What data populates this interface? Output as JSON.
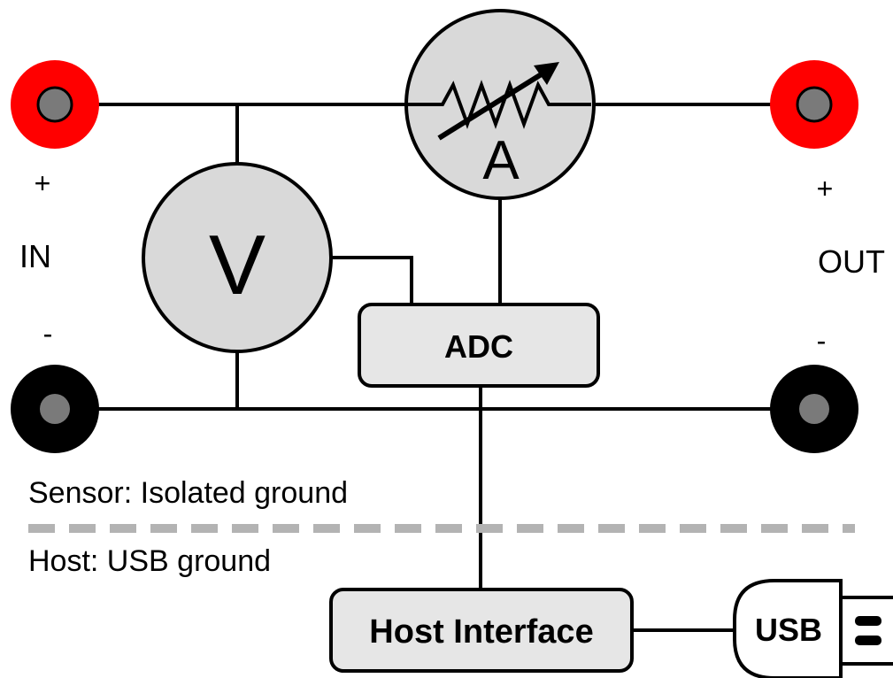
{
  "terminals": {
    "in_plus_sign": "+",
    "in_label": "IN",
    "in_minus_sign": "-",
    "out_plus_sign": "+",
    "out_label": "OUT",
    "out_minus_sign": "-"
  },
  "meters": {
    "voltmeter_label": "V",
    "ammeter_label": "A"
  },
  "blocks": {
    "adc_label": "ADC",
    "host_interface_label": "Host Interface",
    "usb_label": "USB"
  },
  "regions": {
    "sensor_label": "Sensor: Isolated ground",
    "host_label": "Host: USB ground"
  },
  "colors": {
    "positive_terminal": "#ff0000",
    "negative_terminal": "#000000",
    "terminal_core": "#7a7a7a",
    "meter_fill": "#d9d9d9",
    "block_fill": "#e6e6e6",
    "divider": "#b3b3b3"
  }
}
